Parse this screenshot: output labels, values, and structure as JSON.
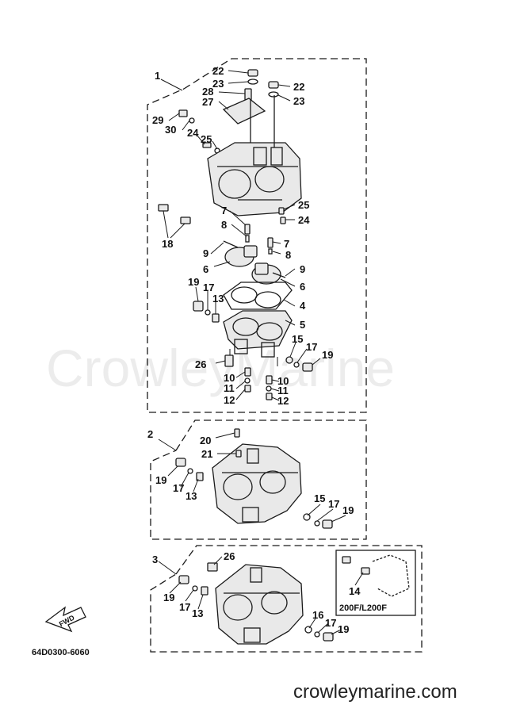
{
  "diagram": {
    "watermark": "CrowleyMarine",
    "footer_url": "crowleymarine.com",
    "drawing_code": "64D0300-6060",
    "fwd_label": "FWD",
    "inset_label": "200F/L200F"
  },
  "callouts": {
    "c1": "1",
    "c2": "2",
    "c3": "3",
    "c22a": "22",
    "c23a": "23",
    "c22b": "22",
    "c23b": "23",
    "c28": "28",
    "c27": "27",
    "c29": "29",
    "c30": "30",
    "c24a": "24",
    "c25a": "25",
    "c7a": "7",
    "c8a": "8",
    "c25b": "25",
    "c24b": "24",
    "c18": "18",
    "c9a": "9",
    "c7b": "7",
    "c8b": "8",
    "c6a": "6",
    "c9b": "9",
    "c6b": "6",
    "c19a": "19",
    "c17a": "17",
    "c13a": "13",
    "c4": "4",
    "c5": "5",
    "c15a": "15",
    "c17b": "17",
    "c19b": "19",
    "c26a": "26",
    "c10a": "10",
    "c11a": "11",
    "c12a": "12",
    "c10b": "10",
    "c11b": "11",
    "c12b": "12",
    "c20": "20",
    "c21": "21",
    "c19c": "19",
    "c17c": "17",
    "c13b": "13",
    "c15b": "15",
    "c17d": "17",
    "c19d": "19",
    "c26b": "26",
    "c19e": "19",
    "c17e": "17",
    "c13c": "13",
    "c14": "14",
    "c16": "16",
    "c17f": "17",
    "c19f": "19"
  }
}
